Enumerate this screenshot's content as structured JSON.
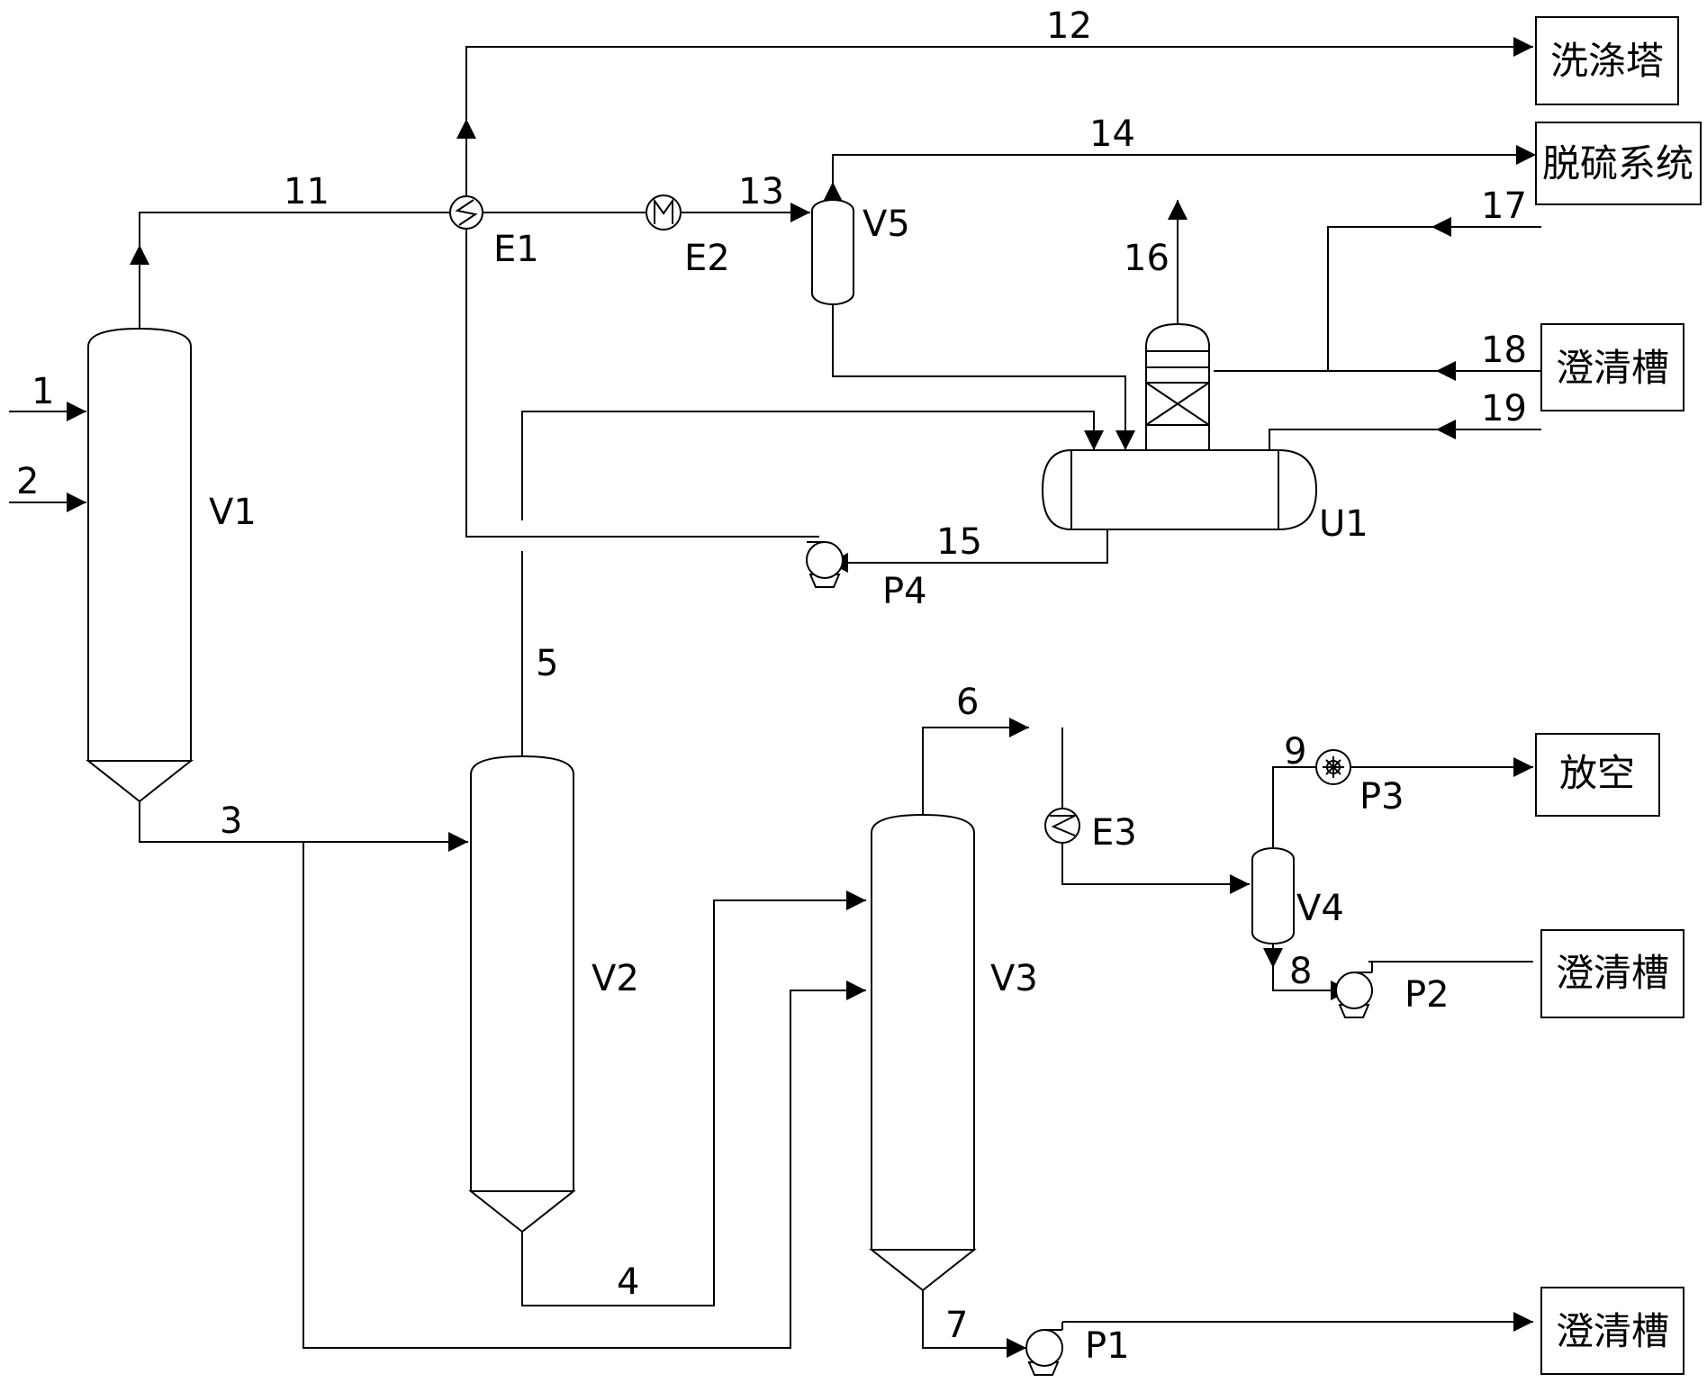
{
  "streams": [
    "1",
    "2",
    "3",
    "4",
    "5",
    "6",
    "7",
    "8",
    "9",
    "11",
    "12",
    "13",
    "14",
    "15",
    "16",
    "17",
    "18",
    "19"
  ],
  "equipment": {
    "V1": "V1",
    "V2": "V2",
    "V3": "V3",
    "V4": "V4",
    "V5": "V5",
    "E1": "E1",
    "E2": "E2",
    "E3": "E3",
    "P1": "P1",
    "P2": "P2",
    "P3": "P3",
    "P4": "P4",
    "U1": "U1"
  },
  "destinations": {
    "washing_tower": "洗涤塔",
    "desulfurization": "脱硫系统",
    "clarifier_18": "澄清槽",
    "vent": "放空",
    "clarifier_p2": "澄清槽",
    "clarifier_p1": "澄清槽"
  }
}
